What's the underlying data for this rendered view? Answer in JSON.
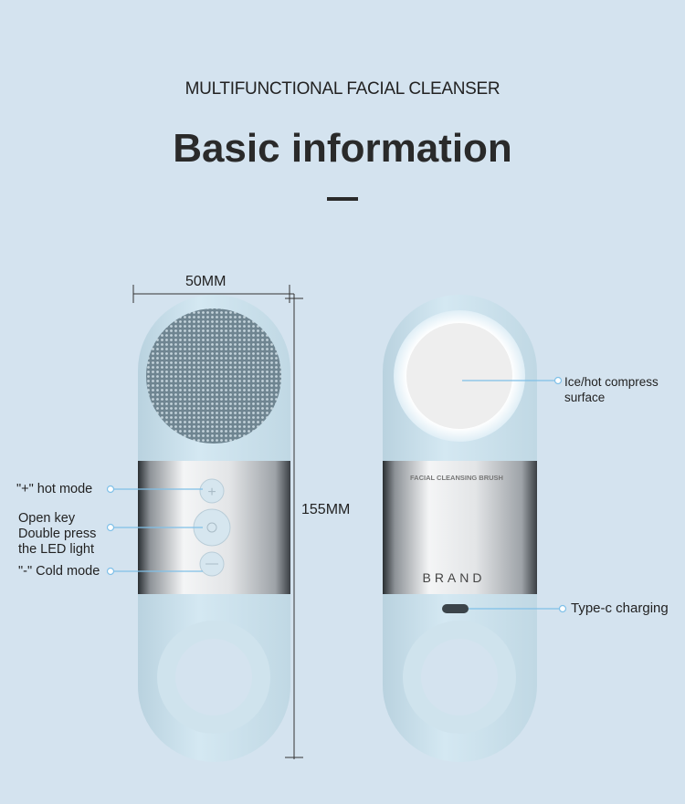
{
  "header": {
    "subtitle": "MULTIFUNCTIONAL FACIAL CLEANSER",
    "title": "Basic information"
  },
  "dimensions": {
    "width": "50MM",
    "height": "155MM"
  },
  "front_labels": {
    "hot": "\"+\" hot mode",
    "open1": "Open key",
    "open2": "Double press",
    "open3": "the LED light",
    "cold": "\"-\" Cold mode"
  },
  "back_labels": {
    "compress1": "Ice/hot compress",
    "compress2": "surface",
    "charging": "Type-c charging"
  },
  "device": {
    "band_text": "FACIAL CLEANSING BRUSH",
    "brand": "BRAND"
  },
  "colors": {
    "background": "#d4e3ef",
    "body": "#c9dfea",
    "callout": "#7fc0e8"
  }
}
